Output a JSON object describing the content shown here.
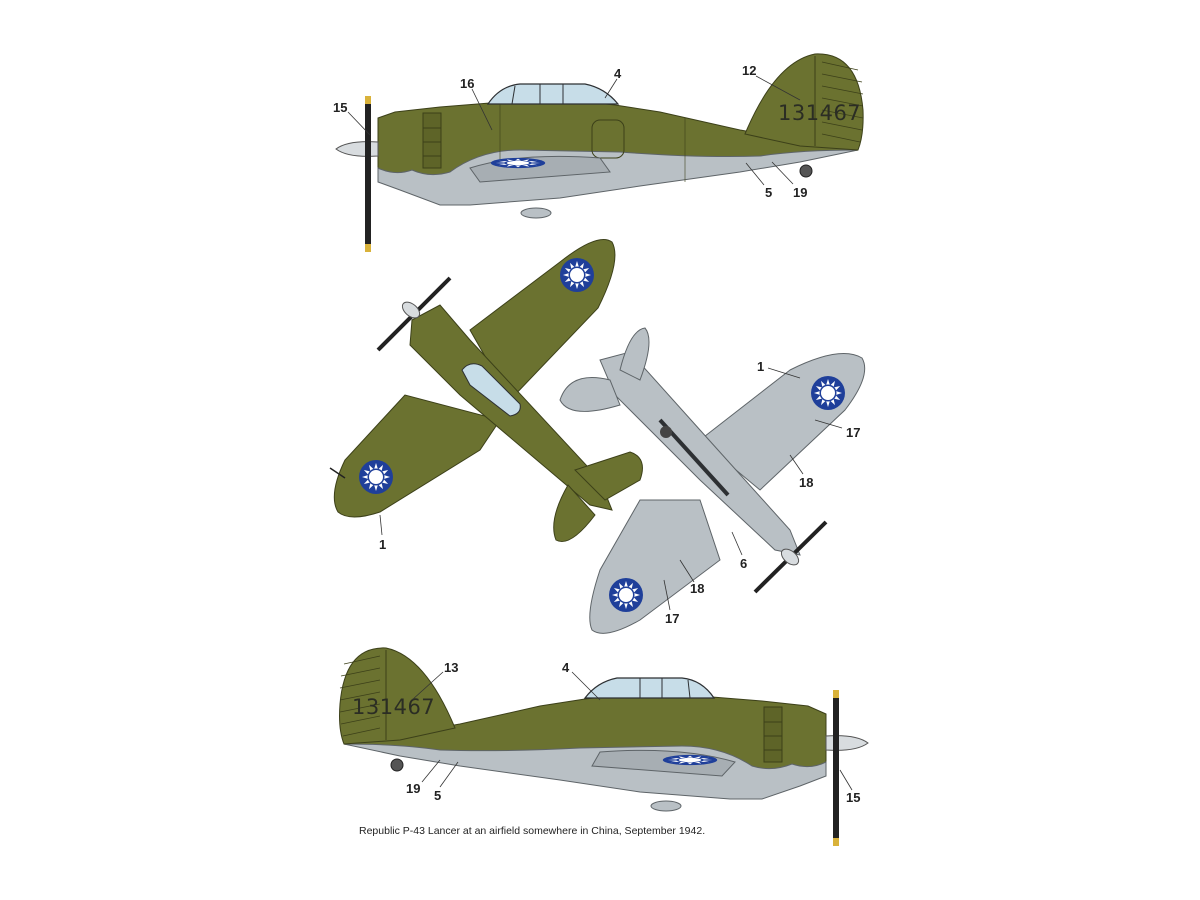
{
  "colors": {
    "olive_drab": "#6b7230",
    "neutral_gray": "#b9c0c5",
    "roundel_blue": "#1f3f9a",
    "roundel_white": "#ffffff",
    "canopy": "#c7dde8",
    "prop_tip": "#d9b23a"
  },
  "icons": {
    "insignia": "kmt-sun-roundel-icon"
  },
  "side_top": {
    "serial": "131467",
    "callouts": [
      "16",
      "4",
      "12",
      "15",
      "5",
      "19"
    ]
  },
  "plan_view": {
    "upper_callouts": [
      "1"
    ],
    "lower_callouts": [
      "1",
      "17",
      "18",
      "6",
      "18",
      "17"
    ]
  },
  "side_bottom": {
    "serial": "131467",
    "callouts": [
      "13",
      "4",
      "19",
      "5",
      "15"
    ]
  },
  "caption": "Republic P-43 Lancer at an airfield somewhere in China, September 1942."
}
